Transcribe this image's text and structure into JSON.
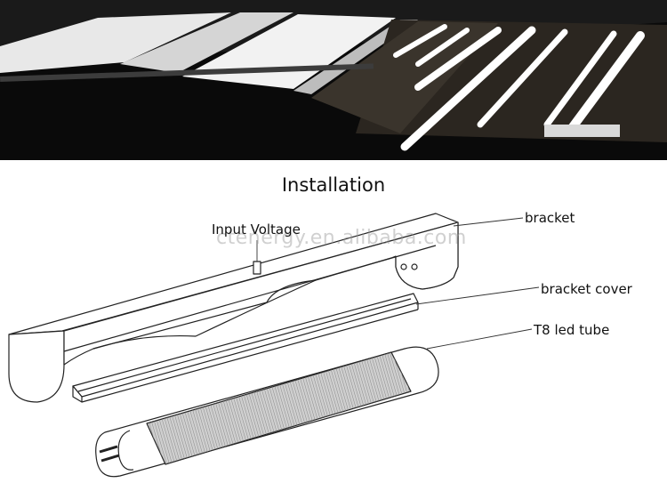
{
  "photo": {
    "description_icon": "lit-led-tubes-photo"
  },
  "diagram": {
    "title": "Installation",
    "labels": {
      "input_voltage": "Input Voltage",
      "bracket": "bracket",
      "bracket_cover": "bracket cover",
      "tube": "T8 led tube"
    },
    "watermark": "ctenergy.en.alibaba.com"
  }
}
